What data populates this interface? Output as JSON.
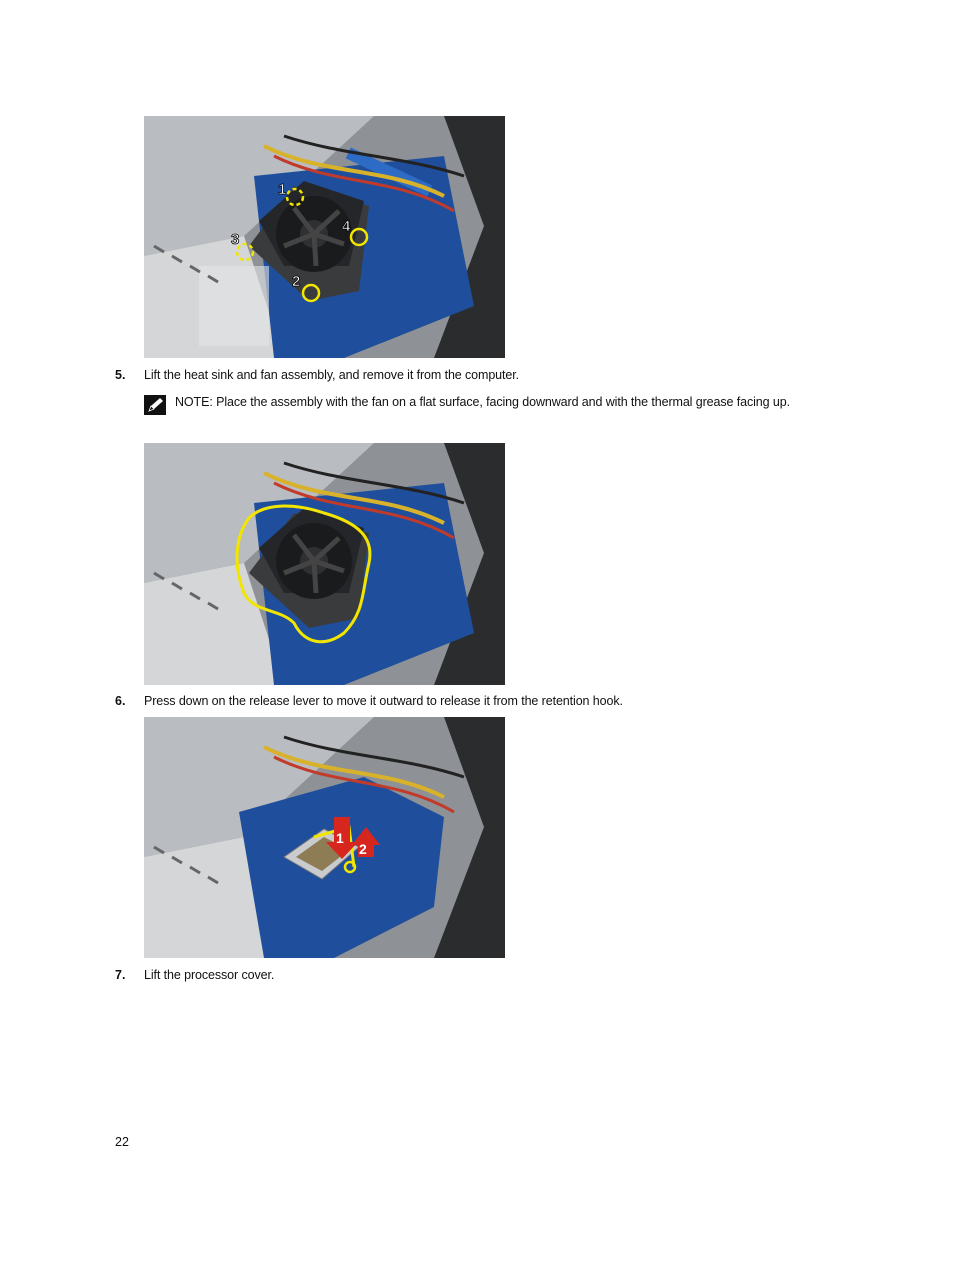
{
  "figures": [
    {
      "callouts": [
        "1",
        "2",
        "3",
        "4"
      ]
    },
    {
      "callouts": []
    },
    {
      "callouts": [
        "1",
        "2"
      ]
    }
  ],
  "steps": [
    {
      "number": "5.",
      "text": "Lift the heat sink and fan assembly, and remove it from the computer."
    },
    {
      "number": "6.",
      "text": "Press down on the release lever to move it outward to release it from the retention hook."
    },
    {
      "number": "7.",
      "text": "Lift the processor cover."
    }
  ],
  "note": {
    "icon": "pencil-note-icon",
    "label": "NOTE:",
    "text": "Place the assembly with the fan on a flat surface, facing downward and with the thermal grease facing up."
  },
  "page_number": "22",
  "colors": {
    "highlight": "#f2e600",
    "arrow_red": "#d7261e",
    "board_blue": "#1f4f9c",
    "chassis_gray": "#a9acb0"
  }
}
